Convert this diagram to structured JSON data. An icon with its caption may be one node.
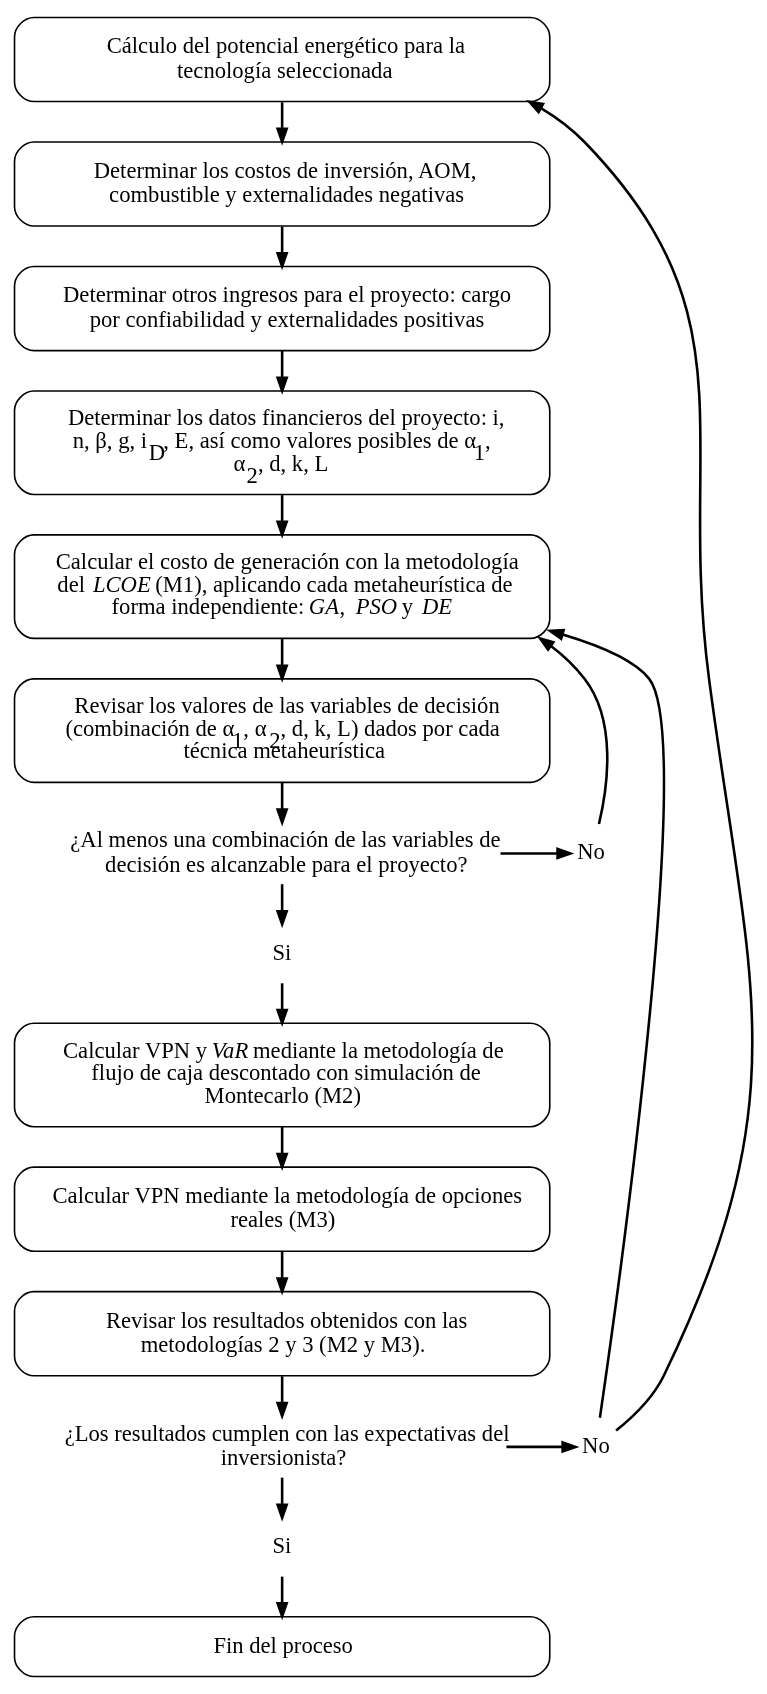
{
  "diagram": {
    "nodes": [
      {
        "text": [
          "Cálculo del potencial energético para la tecnología seleccionada"
        ]
      },
      {
        "text": [
          "Determinar los costos de inversión, AOM, combustible y externalidades negativas"
        ]
      },
      {
        "text": [
          "Determinar otros ingresos para el proyecto: cargo por confiabilidad y externalidades positivas"
        ]
      },
      {
        "text": [
          "Determinar los datos financieros del proyecto: i, n, β, g, i$_{D}$, E, así como valores posibles de α$_{1}$, α$_{2}$, d, k, L"
        ]
      },
      {
        "text": [
          "Calcular el costo de generación con la metodología del *LCOE* (M1), aplicando cada metaheurística de forma independiente: *GA*, *PSO* y *DE*"
        ]
      },
      {
        "text": [
          "Revisar los valores de las variables de decisión (combinación de α$_{1}$, α$_{2}$, d, k, L) dados por cada técnica metaheurística"
        ]
      },
      {
        "text": [
          "¿Al menos una combinación de las variables de decisión es alcanzable para el proyecto?"
        ]
      },
      {
        "text": [
          "No"
        ]
      },
      {
        "text": [
          "Si"
        ]
      },
      {
        "text": [
          "Calcular VPN y *VaR* mediante la metodología de flujo de caja descontado con simulación de Montecarlo (M2)"
        ]
      },
      {
        "text": [
          "Calcular VPN mediante la metodología de opciones reales (M3)"
        ]
      },
      {
        "text": [
          "Revisar los resultados obtenidos con las metodologías 2 y 3 (M2 y M3)."
        ]
      },
      {
        "text": [
          "¿Los resultados cumplen con las expectativas del inversionista?"
        ]
      },
      {
        "text": [
          "No"
        ]
      },
      {
        "text": [
          "Si"
        ]
      },
      {
        "text": [
          "Fin del proceso"
        ]
      }
    ],
    "edges": [
      {
        "from": 0,
        "to": 1,
        "arrow": "to"
      },
      {
        "from": 1,
        "to": 2,
        "arrow": "to"
      },
      {
        "from": 2,
        "to": 3,
        "arrow": "to"
      },
      {
        "from": 3,
        "to": 4,
        "arrow": "to"
      },
      {
        "from": 4,
        "to": 5,
        "arrow": "to"
      },
      {
        "from": 5,
        "to": 6,
        "arrow": "to"
      },
      {
        "from": 6,
        "to": 7,
        "arrow": "to"
      },
      {
        "from": 7,
        "to": 4,
        "arrow": "to"
      },
      {
        "from": 6,
        "to": 8,
        "arrow": "to"
      },
      {
        "from": 8,
        "to": 9,
        "arrow": "to"
      },
      {
        "from": 9,
        "to": 10,
        "arrow": "to"
      },
      {
        "from": 10,
        "to": 11,
        "arrow": "to"
      },
      {
        "from": 11,
        "to": 12,
        "arrow": "to"
      },
      {
        "from": 12,
        "to": 13,
        "arrow": "to"
      },
      {
        "from": 13,
        "to": 0,
        "arrow": "to"
      },
      {
        "from": 13,
        "to": 4,
        "arrow": "to"
      },
      {
        "from": 12,
        "to": 14,
        "arrow": "to"
      },
      {
        "from": 14,
        "to": 15,
        "arrow": "to"
      }
    ]
  }
}
